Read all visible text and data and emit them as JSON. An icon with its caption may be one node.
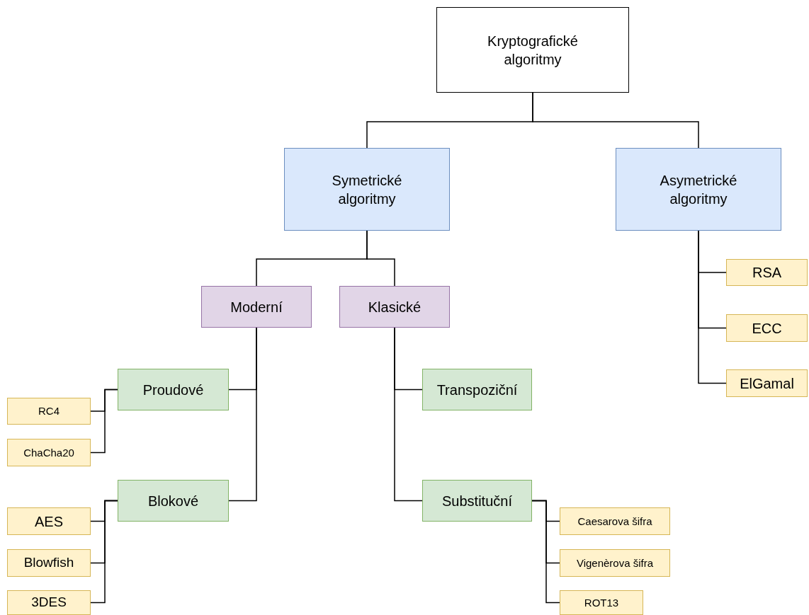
{
  "diagram": {
    "nodes": [
      {
        "text": [
          "Kryptografické algoritmy"
        ]
      },
      {
        "text": [
          "Symetrické algoritmy"
        ]
      },
      {
        "text": [
          "Asymetrické algoritmy"
        ]
      },
      {
        "text": [
          "Moderní"
        ]
      },
      {
        "text": [
          "Klasické"
        ]
      },
      {
        "text": [
          "Proudové"
        ]
      },
      {
        "text": [
          "Blokové"
        ]
      },
      {
        "text": [
          "Transpoziční"
        ]
      },
      {
        "text": [
          "Substituční"
        ]
      },
      {
        "text": [
          "RC4"
        ]
      },
      {
        "text": [
          "ChaCha20"
        ]
      },
      {
        "text": [
          "AES"
        ]
      },
      {
        "text": [
          "Blowfish"
        ]
      },
      {
        "text": [
          "3DES"
        ]
      },
      {
        "text": [
          "Caesarova šifra"
        ]
      },
      {
        "text": [
          "Vigenèrova šifra"
        ]
      },
      {
        "text": [
          "ROT13"
        ]
      },
      {
        "text": [
          "RSA"
        ]
      },
      {
        "text": [
          "ECC"
        ]
      },
      {
        "text": [
          "ElGamal"
        ]
      }
    ],
    "edges": [
      {
        "from": 0,
        "to": 1,
        "arrow": "none"
      },
      {
        "from": 0,
        "to": 2,
        "arrow": "none"
      },
      {
        "from": 1,
        "to": 3,
        "arrow": "none"
      },
      {
        "from": 1,
        "to": 4,
        "arrow": "none"
      },
      {
        "from": 3,
        "to": 5,
        "arrow": "none"
      },
      {
        "from": 3,
        "to": 6,
        "arrow": "none"
      },
      {
        "from": 4,
        "to": 7,
        "arrow": "none"
      },
      {
        "from": 4,
        "to": 8,
        "arrow": "none"
      },
      {
        "from": 5,
        "to": 9,
        "arrow": "none"
      },
      {
        "from": 5,
        "to": 10,
        "arrow": "none"
      },
      {
        "from": 6,
        "to": 11,
        "arrow": "none"
      },
      {
        "from": 6,
        "to": 12,
        "arrow": "none"
      },
      {
        "from": 6,
        "to": 13,
        "arrow": "none"
      },
      {
        "from": 8,
        "to": 14,
        "arrow": "none"
      },
      {
        "from": 8,
        "to": 15,
        "arrow": "none"
      },
      {
        "from": 8,
        "to": 16,
        "arrow": "none"
      },
      {
        "from": 2,
        "to": 17,
        "arrow": "none"
      },
      {
        "from": 2,
        "to": 18,
        "arrow": "none"
      },
      {
        "from": 2,
        "to": 19,
        "arrow": "none"
      }
    ]
  }
}
